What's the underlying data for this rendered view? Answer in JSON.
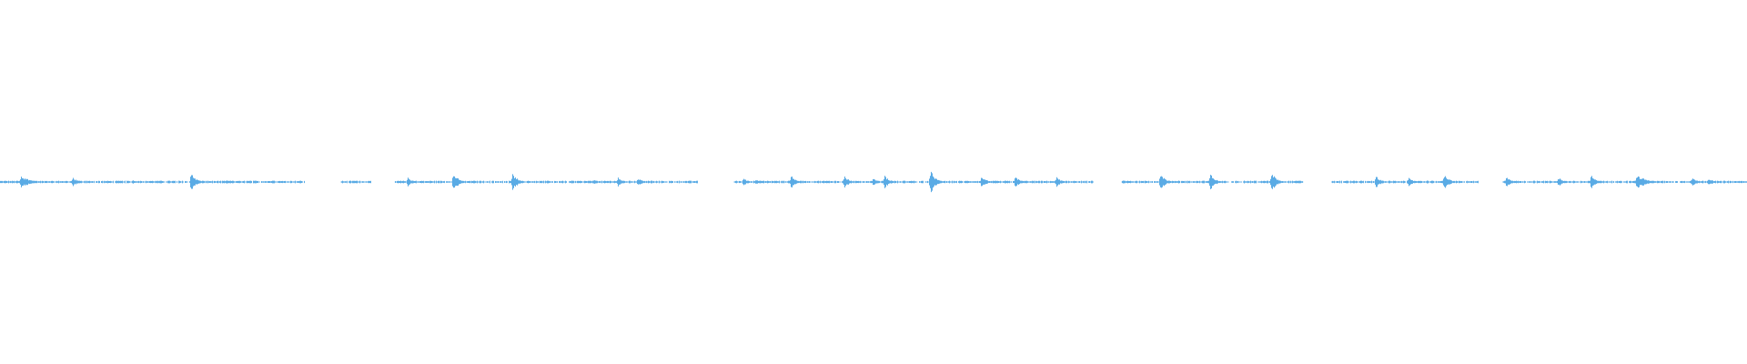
{
  "waveform": {
    "color": "#5aabe5",
    "background": "#ffffff",
    "segments": [
      [
        0.0,
        0.174
      ],
      [
        0.195,
        0.212
      ],
      [
        0.226,
        0.399
      ],
      [
        0.42,
        0.626
      ],
      [
        0.642,
        0.746
      ],
      [
        0.762,
        0.846
      ],
      [
        0.86,
        1.0
      ]
    ],
    "base_amplitude": 0.006,
    "bursts": [
      {
        "t": 0.0118,
        "amp": 0.035,
        "type": "dense"
      },
      {
        "t": 0.0415,
        "amp": 0.025
      },
      {
        "t": 0.0758,
        "amp": 0.012
      },
      {
        "t": 0.1093,
        "amp": 0.052
      },
      {
        "t": 0.1294,
        "amp": 0.01
      },
      {
        "t": 0.1558,
        "amp": 0.009
      },
      {
        "t": 0.2027,
        "amp": 0.008
      },
      {
        "t": 0.2333,
        "amp": 0.025
      },
      {
        "t": 0.2594,
        "amp": 0.055
      },
      {
        "t": 0.2933,
        "amp": 0.052
      },
      {
        "t": 0.3397,
        "amp": 0.015
      },
      {
        "t": 0.3536,
        "amp": 0.025
      },
      {
        "t": 0.365,
        "amp": 0.025
      },
      {
        "t": 0.409,
        "amp": 0.03
      },
      {
        "t": 0.4254,
        "amp": 0.02
      },
      {
        "t": 0.4324,
        "amp": 0.015
      },
      {
        "t": 0.4527,
        "amp": 0.04
      },
      {
        "t": 0.4831,
        "amp": 0.035
      },
      {
        "t": 0.4997,
        "amp": 0.02
      },
      {
        "t": 0.506,
        "amp": 0.038
      },
      {
        "t": 0.5325,
        "amp": 0.068
      },
      {
        "t": 0.5617,
        "amp": 0.03
      },
      {
        "t": 0.581,
        "amp": 0.032
      },
      {
        "t": 0.6046,
        "amp": 0.028
      },
      {
        "t": 0.6304,
        "amp": 0.03,
        "type": "dense"
      },
      {
        "t": 0.6363,
        "amp": 0.03,
        "type": "dense"
      },
      {
        "t": 0.664,
        "amp": 0.055
      },
      {
        "t": 0.6927,
        "amp": 0.045
      },
      {
        "t": 0.7277,
        "amp": 0.058
      },
      {
        "t": 0.752,
        "amp": 0.045
      },
      {
        "t": 0.7874,
        "amp": 0.035
      },
      {
        "t": 0.8061,
        "amp": 0.025
      },
      {
        "t": 0.8266,
        "amp": 0.045
      },
      {
        "t": 0.8622,
        "amp": 0.03
      },
      {
        "t": 0.892,
        "amp": 0.025
      },
      {
        "t": 0.9108,
        "amp": 0.045
      },
      {
        "t": 0.9367,
        "amp": 0.04,
        "type": "dense"
      },
      {
        "t": 0.9684,
        "amp": 0.025
      },
      {
        "t": 0.978,
        "amp": 0.02
      }
    ]
  }
}
